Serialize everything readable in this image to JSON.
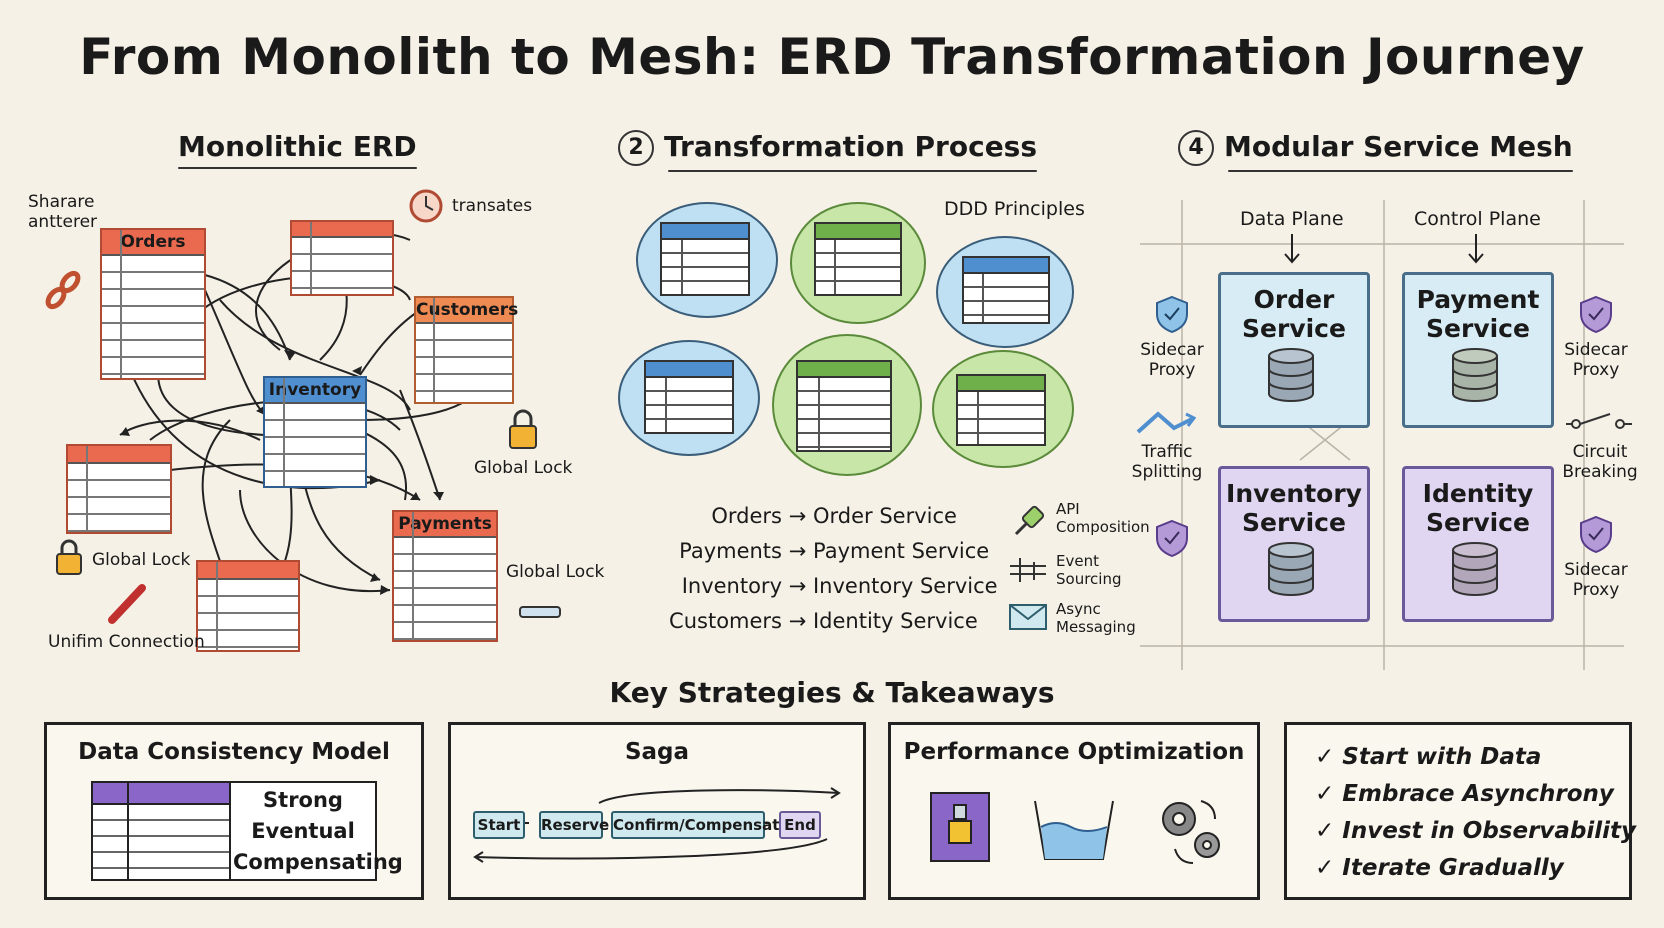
{
  "title": "From Monolith to Mesh: ERD Transformation Journey",
  "sections": {
    "monolith": "Monolithic ERD",
    "transform_num": "2",
    "transform": "Transformation Process",
    "mesh_num": "4",
    "mesh": "Modular Service Mesh",
    "strategies": "Key Strategies & Takeaways"
  },
  "monolith": {
    "tables": {
      "orders": "Orders",
      "customers": "Customers",
      "inventory": "Inventory",
      "payments": "Payments"
    },
    "labels": {
      "shared": "Sharare\nantterer",
      "transacts": "transates",
      "global_lock_1": "Global Lock",
      "global_lock_2": "Global Lock",
      "global_lock_3": "Global Lock",
      "connection": "Unifim Connection"
    }
  },
  "transform": {
    "ddd": "DDD Principles",
    "mappings": [
      {
        "from": "Orders",
        "to": "Order Service"
      },
      {
        "from": "Payments",
        "to": "Payment Service"
      },
      {
        "from": "Inventory",
        "to": "Inventory Service"
      },
      {
        "from": "Customers",
        "to": "Identity Service"
      }
    ],
    "arrow": "→",
    "patterns": {
      "api": "API\nComposition",
      "event": "Event\nSourcing",
      "async": "Async\nMessaging"
    }
  },
  "mesh": {
    "data_plane": "Data Plane",
    "control_plane": "Control Plane",
    "services": {
      "order": "Order\nService",
      "payment": "Payment\nService",
      "inventory": "Inventory\nService",
      "identity": "Identity\nService"
    },
    "sidecar": "Sidecar\nProxy",
    "traffic": "Traffic\nSplitting",
    "circuit": "Circuit\nBreaking"
  },
  "strategies": {
    "consistency": {
      "title": "Data Consistency Model",
      "rows": [
        "Strong",
        "Eventual",
        "Compensating"
      ]
    },
    "saga": {
      "title": "Saga",
      "steps": [
        "Start",
        "Reserve",
        "Confirm/Compensate",
        "End"
      ]
    },
    "performance": {
      "title": "Performance Optimization"
    },
    "takeaways": {
      "check": "✓",
      "items": [
        "Start with Data",
        "Embrace Asynchrony",
        "Invest in Observability",
        "Iterate Gradually"
      ]
    }
  },
  "colors": {
    "background": "#f5f1e6",
    "table_red": "#e96a4f",
    "table_orange": "#ef8a52",
    "table_blue": "#4f8fd0",
    "bubble_blue": "#bfe0f2",
    "bubble_green": "#c7e6a8",
    "service_blue": "#d8ecf5",
    "service_purple": "#e0d6f2",
    "saga_pill": "#cfe9ef",
    "purple_header": "#8a66c9"
  }
}
